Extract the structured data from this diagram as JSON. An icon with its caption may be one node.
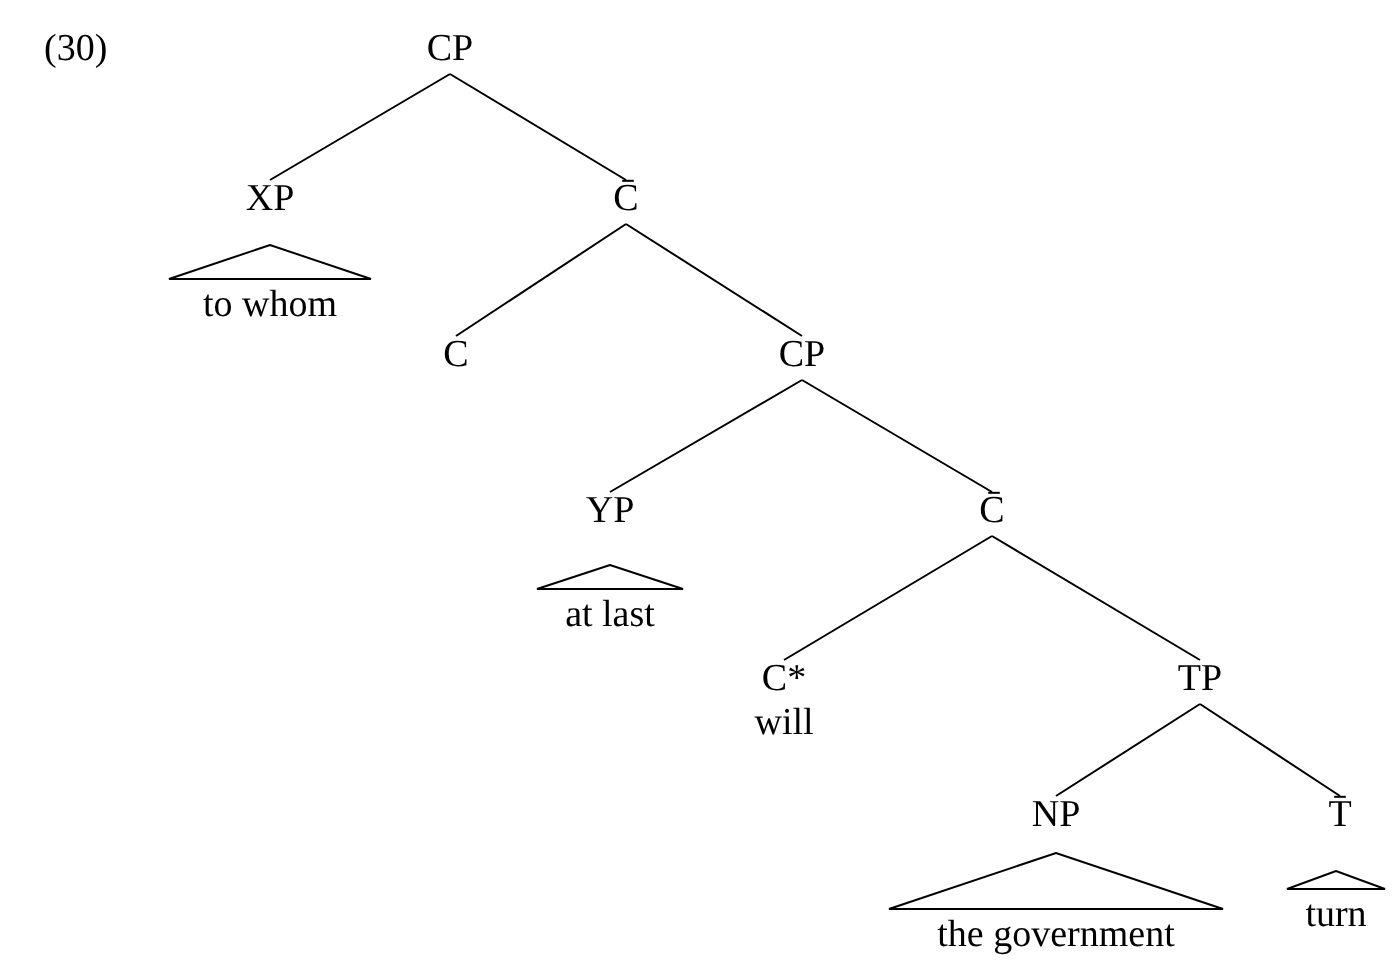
{
  "diagram": {
    "nodes": [
      {
        "text": [
          "CP"
        ]
      },
      {
        "text": [
          "XP"
        ]
      },
      {
        "text": [
          "C̄"
        ]
      },
      {
        "text": [
          "to whom"
        ]
      },
      {
        "text": [
          "C"
        ]
      },
      {
        "text": [
          "CP"
        ]
      },
      {
        "text": [
          "YP"
        ]
      },
      {
        "text": [
          "C̄"
        ]
      },
      {
        "text": [
          "at last"
        ]
      },
      {
        "text": [
          "C*",
          "will"
        ]
      },
      {
        "text": [
          "TP"
        ]
      },
      {
        "text": [
          "NP"
        ]
      },
      {
        "text": [
          "T̄"
        ]
      },
      {
        "text": [
          "the government"
        ]
      },
      {
        "text": [
          "turn"
        ]
      }
    ],
    "edges": [
      {
        "from": 0,
        "to": 1,
        "arrow": "none"
      },
      {
        "from": 0,
        "to": 2,
        "arrow": "none"
      },
      {
        "from": 2,
        "to": 4,
        "arrow": "none"
      },
      {
        "from": 2,
        "to": 5,
        "arrow": "none"
      },
      {
        "from": 5,
        "to": 6,
        "arrow": "none"
      },
      {
        "from": 5,
        "to": 7,
        "arrow": "none"
      },
      {
        "from": 7,
        "to": 9,
        "arrow": "none"
      },
      {
        "from": 7,
        "to": 10,
        "arrow": "none"
      },
      {
        "from": 10,
        "to": 11,
        "arrow": "none"
      },
      {
        "from": 10,
        "to": 12,
        "arrow": "none"
      }
    ],
    "labels": [
      "(30)"
    ]
  }
}
